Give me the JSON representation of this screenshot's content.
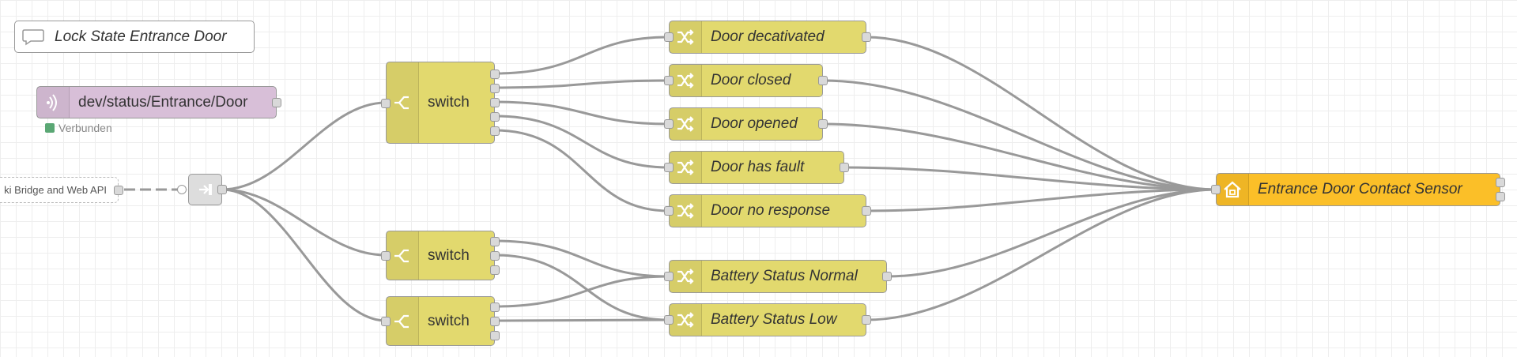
{
  "comment": {
    "label": "Lock State Entrance Door",
    "icon": "comment-icon"
  },
  "mqtt_in": {
    "label": "dev/status/Entrance/Door",
    "icon": "mqtt-in-icon",
    "status_text": "Verbunden",
    "status_color": "#5aa774"
  },
  "link_in": {
    "label": "ki Bridge and Web API"
  },
  "link_out": {
    "icon": "link-out-icon"
  },
  "switches": [
    {
      "label": "switch",
      "icon": "switch-icon"
    },
    {
      "label": "switch",
      "icon": "switch-icon"
    },
    {
      "label": "switch",
      "icon": "switch-icon"
    }
  ],
  "change_nodes": [
    {
      "label": "Door decativated",
      "icon": "shuffle-icon"
    },
    {
      "label": "Door closed",
      "icon": "shuffle-icon"
    },
    {
      "label": "Door opened",
      "icon": "shuffle-icon"
    },
    {
      "label": "Door has fault",
      "icon": "shuffle-icon"
    },
    {
      "label": "Door no response",
      "icon": "shuffle-icon"
    },
    {
      "label": "Battery Status Normal",
      "icon": "shuffle-icon"
    },
    {
      "label": "Battery Status Low",
      "icon": "shuffle-icon"
    }
  ],
  "homekit": {
    "label": "Entrance Door Contact Sensor",
    "icon": "home-icon"
  },
  "colors": {
    "switch": "#e2d96e",
    "change": "#e2d96e",
    "mqtt": "#d8bfd8",
    "homekit": "#fbbf28",
    "wire": "#999999"
  }
}
